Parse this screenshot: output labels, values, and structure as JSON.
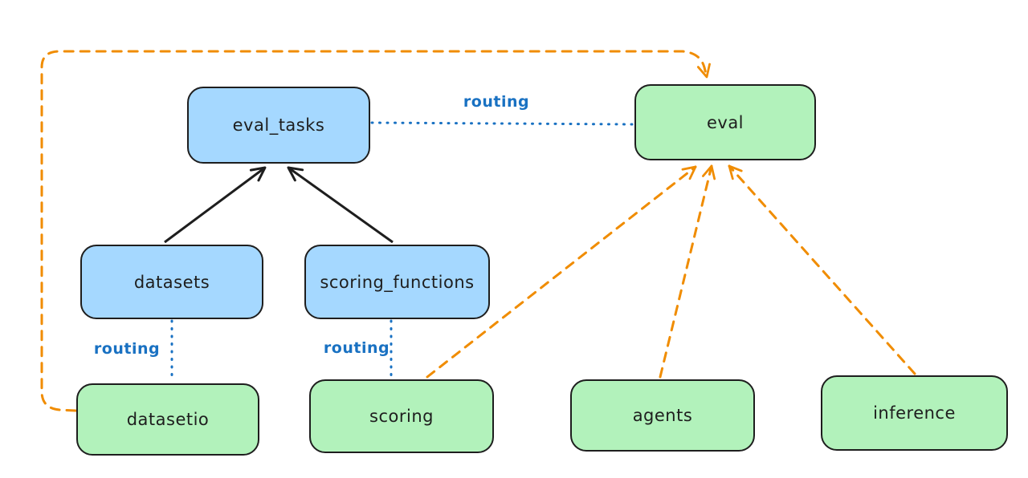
{
  "canvas": {
    "background": "#ffffff"
  },
  "colors": {
    "blue_node_fill": "#a5d8ff",
    "green_node_fill": "#b2f2bb",
    "node_stroke": "#1e1e1e",
    "routing_blue": "#1971c2",
    "orange_dashed": "#f08c00",
    "black_arrow": "#1e1e1e"
  },
  "nodes": [
    {
      "id": "eval_tasks",
      "label": "eval_tasks",
      "color": "blue"
    },
    {
      "id": "eval",
      "label": "eval",
      "color": "green"
    },
    {
      "id": "datasets",
      "label": "datasets",
      "color": "blue"
    },
    {
      "id": "scoring_functions",
      "label": "scoring_functions",
      "color": "blue"
    },
    {
      "id": "datasetio",
      "label": "datasetio",
      "color": "green"
    },
    {
      "id": "scoring",
      "label": "scoring",
      "color": "green"
    },
    {
      "id": "agents",
      "label": "agents",
      "color": "green"
    },
    {
      "id": "inference",
      "label": "inference",
      "color": "green"
    }
  ],
  "edges": [
    {
      "from": "eval_tasks",
      "to": "eval",
      "label": "routing",
      "style": "dotted-blue"
    },
    {
      "from": "datasets",
      "to": "eval_tasks",
      "style": "solid-black-arrow"
    },
    {
      "from": "scoring_functions",
      "to": "eval_tasks",
      "style": "solid-black-arrow"
    },
    {
      "from": "datasets",
      "to": "datasetio",
      "label": "routing",
      "style": "dotted-blue"
    },
    {
      "from": "scoring_functions",
      "to": "scoring",
      "label": "routing",
      "style": "dotted-blue"
    },
    {
      "from": "datasetio",
      "to": "eval",
      "style": "dashed-orange-arrow"
    },
    {
      "from": "scoring",
      "to": "eval",
      "style": "dashed-orange-arrow"
    },
    {
      "from": "agents",
      "to": "eval",
      "style": "dashed-orange-arrow"
    },
    {
      "from": "inference",
      "to": "eval",
      "style": "dashed-orange-arrow"
    }
  ]
}
